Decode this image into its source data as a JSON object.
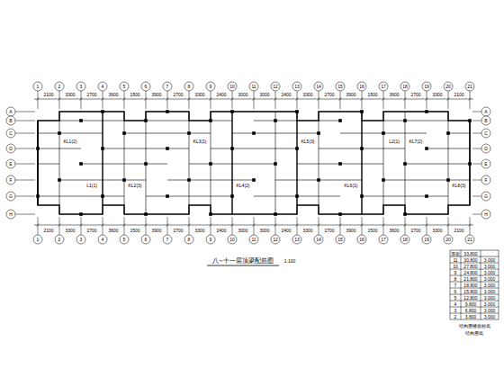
{
  "diagram": {
    "title": "八~十一层顶梁配筋图",
    "labels": [
      "1",
      "2",
      "3",
      "4",
      "5",
      "6",
      "7",
      "8",
      "9",
      "10",
      "11",
      "12",
      "13",
      "14",
      "15",
      "16",
      "17",
      "18",
      "19",
      "20",
      "21",
      "1",
      "2",
      "3",
      "4",
      "5",
      "6",
      "7",
      "8",
      "9",
      "10",
      "11",
      "12",
      "13",
      "14",
      "15",
      "16",
      "17",
      "18",
      "19",
      "20",
      "21",
      "A",
      "B",
      "C",
      "D",
      "E",
      "F",
      "G",
      "H",
      "A",
      "B",
      "C",
      "D",
      "E",
      "F",
      "G",
      "H",
      "2100",
      "3300",
      "2700",
      "3600",
      "1500",
      "3900",
      "2700",
      "3300",
      "2400",
      "3000",
      "3000",
      "2400",
      "3300",
      "2700",
      "3900",
      "1500",
      "3600",
      "2700",
      "3300",
      "2100",
      "2100",
      "3300",
      "2700",
      "3600",
      "1500",
      "3900",
      "2700",
      "3300",
      "2400",
      "3000",
      "3000",
      "2400",
      "3300",
      "2700",
      "3900",
      "1500",
      "3600",
      "2700",
      "3300",
      "2100",
      "KL1(2)",
      "KL2(3)",
      "KL3(1)",
      "KL4(2)",
      "KL5(3)",
      "KL6(1)",
      "KL7(2)",
      "KL8(3)",
      "L1(1)",
      "L2(1)",
      "屋面",
      "33.800",
      "",
      "11",
      "30.800",
      "3.000",
      "10",
      "27.800",
      "3.000",
      "9",
      "24.800",
      "3.000",
      "8",
      "21.800",
      "3.000",
      "7",
      "18.800",
      "3.000",
      "6",
      "15.800",
      "3.000",
      "5",
      "12.800",
      "3.000",
      "4",
      "9.800",
      "3.000",
      "3",
      "6.800",
      "3.000",
      "2",
      "3.800",
      "3.000",
      "结构层楼面标高",
      "结构层高",
      "1:100"
    ]
  }
}
